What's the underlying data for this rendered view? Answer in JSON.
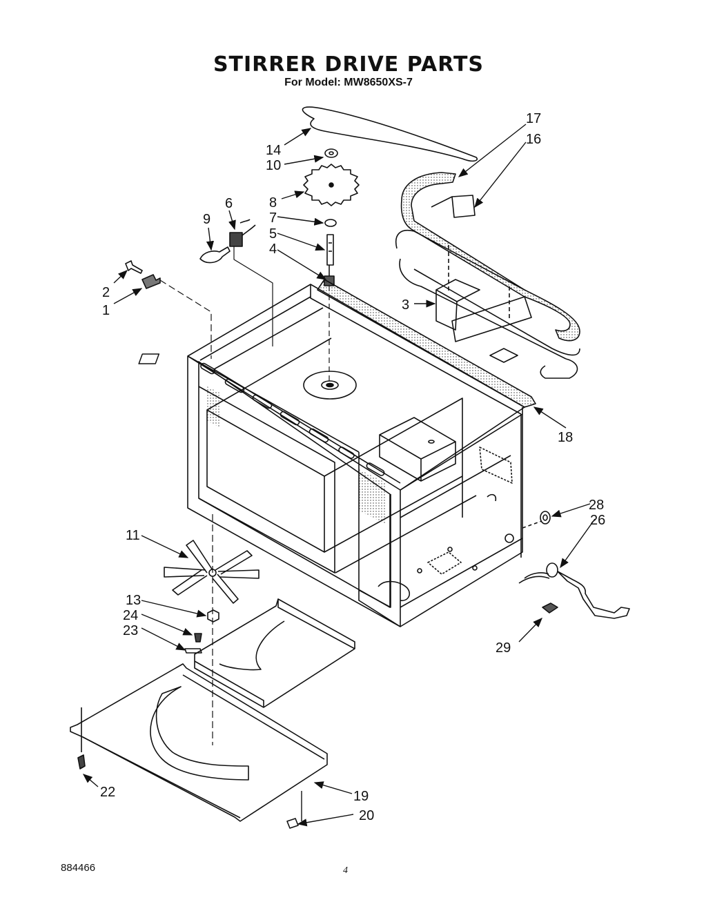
{
  "header": {
    "title": "STIRRER DRIVE PARTS",
    "subtitle": "For Model: MW8650XS-7"
  },
  "footer": {
    "doc_number": "884466",
    "page_number": "4"
  },
  "callouts": [
    "1",
    "2",
    "3",
    "4",
    "5",
    "6",
    "7",
    "8",
    "9",
    "10",
    "11",
    "13",
    "14",
    "16",
    "17",
    "18",
    "19",
    "20",
    "22",
    "23",
    "24",
    "26",
    "28",
    "29"
  ],
  "colors": {
    "ink": "#111111",
    "background": "#ffffff"
  }
}
